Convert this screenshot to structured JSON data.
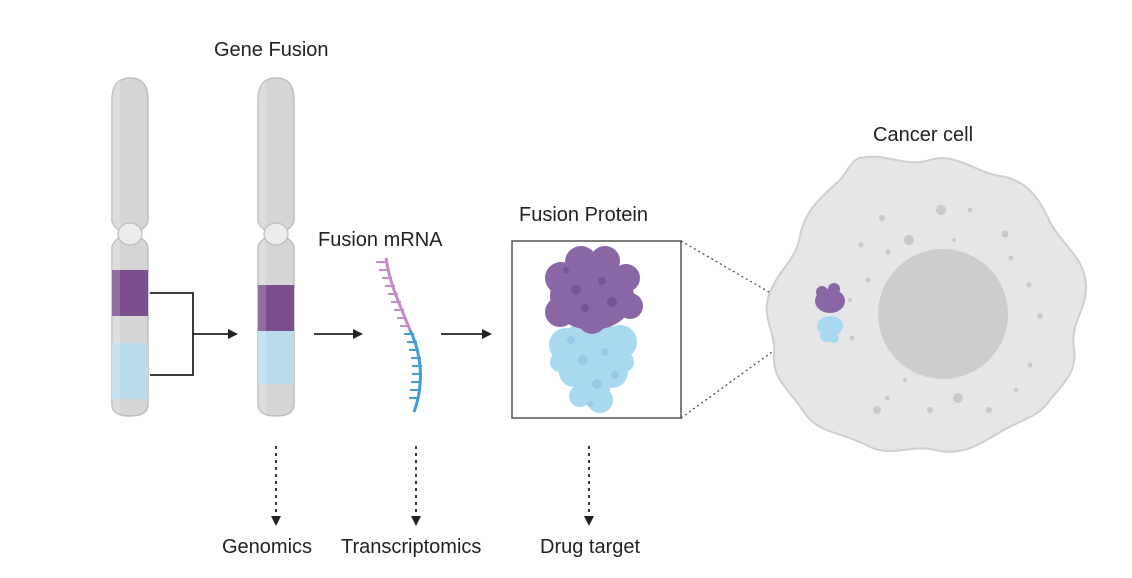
{
  "labels": {
    "gene_fusion": "Gene Fusion",
    "fusion_mrna": "Fusion mRNA",
    "fusion_protein": "Fusion Protein",
    "cancer_cell": "Cancer cell",
    "genomics": "Genomics",
    "transcriptomics": "Transcriptomics",
    "drug_target": "Drug target"
  },
  "colors": {
    "chromosome": "#d6d6d6",
    "chromosome_outline": "#b9b9b9",
    "purple_band": "#7b4e8e",
    "blue_band": "#b9dcec",
    "mrna_purple": "#c68bc9",
    "mrna_blue": "#3f9ed6",
    "protein_purple": "#8a66a6",
    "protein_blue": "#a9d8f1",
    "cell_fill": "#e6e6e6",
    "nucleus_fill": "#cdcdcd",
    "arrow": "#222222"
  },
  "icons": {
    "chromosome_original": "chromosome-icon",
    "chromosome_fused": "fused-chromosome-icon",
    "mrna": "mrna-strand-icon",
    "protein": "fusion-protein-icon",
    "cell": "cancer-cell-icon"
  }
}
